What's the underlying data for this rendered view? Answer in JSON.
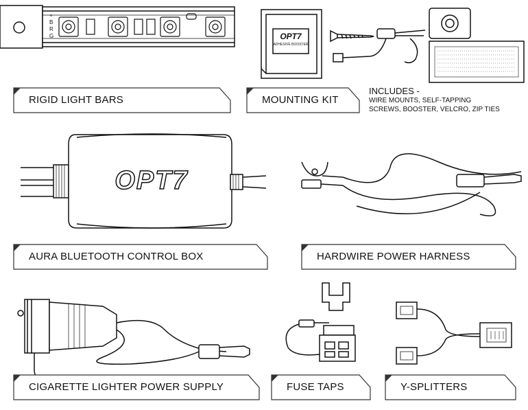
{
  "items": {
    "rigid_light_bars": {
      "label": "RIGID LIGHT BARS"
    },
    "mounting_kit": {
      "label": "MOUNTING KIT"
    },
    "includes": {
      "heading": "INCLUDES -",
      "line1": "WIRE MOUNTS, SELF-TAPPING",
      "line2": "SCREWS, BOOSTER, VELCRO, ZIP TIES"
    },
    "control_box": {
      "label": "AURA BLUETOOTH CONTROL BOX",
      "brand": "OPT7"
    },
    "hardwire_harness": {
      "label": "HARDWIRE POWER HARNESS"
    },
    "cigarette_supply": {
      "label": "CIGARETTE LIGHTER POWER SUPPLY"
    },
    "fuse_taps": {
      "label": "FUSE TAPS"
    },
    "y_splitters": {
      "label": "Y-SPLITTERS"
    }
  },
  "booster_pack": {
    "brand": "OPT7",
    "caption": "ADHESIVE BOOSTER"
  },
  "led_pins": [
    "+",
    "B",
    "R",
    "G"
  ],
  "colors": {
    "stroke": "#111111",
    "fill": "#ffffff",
    "label_border": "#333333"
  }
}
